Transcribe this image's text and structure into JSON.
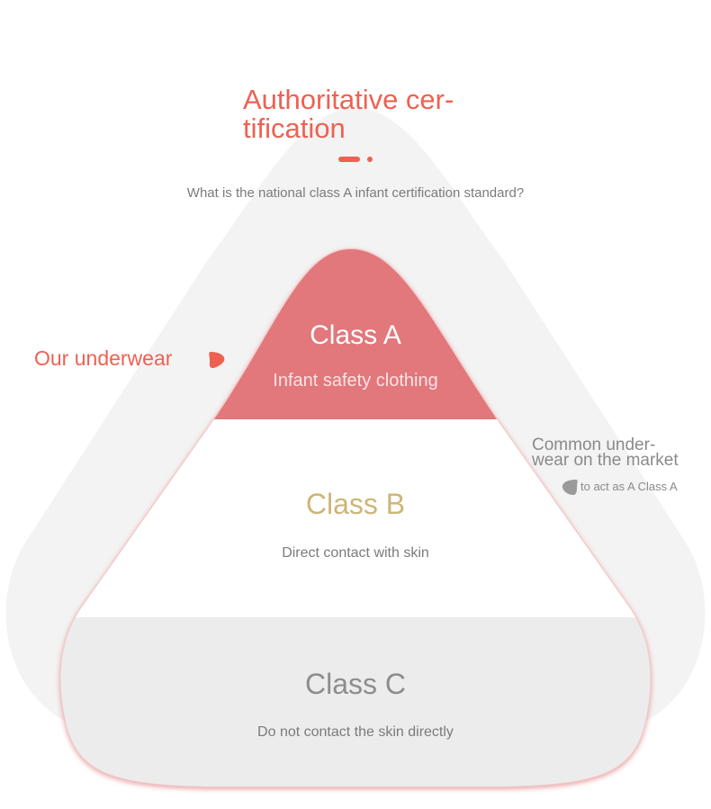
{
  "header": {
    "title": "Authoritative cer-\ntification",
    "subtitle": "What is the national class A infant certification standard?"
  },
  "labels": {
    "our_underwear": "Our underwear",
    "common_market": "Common under-\nwear on the market",
    "common_market_sub": "to act as A Class A"
  },
  "classes": [
    {
      "title": "Class A",
      "desc": "Infant safety clothing"
    },
    {
      "title": "Class B",
      "desc": "Direct contact with skin"
    },
    {
      "title": "Class C",
      "desc": "Do not contact the skin directly"
    }
  ],
  "colors": {
    "accent": "#ee6152",
    "class_a": "#e2777c",
    "class_b_text": "#ccb677",
    "class_c": "#ececec",
    "outer_triangle": "#f3f3f3"
  },
  "icons": {
    "our_pointer": "pointer-right-icon",
    "market_pointer": "pointer-left-icon"
  }
}
